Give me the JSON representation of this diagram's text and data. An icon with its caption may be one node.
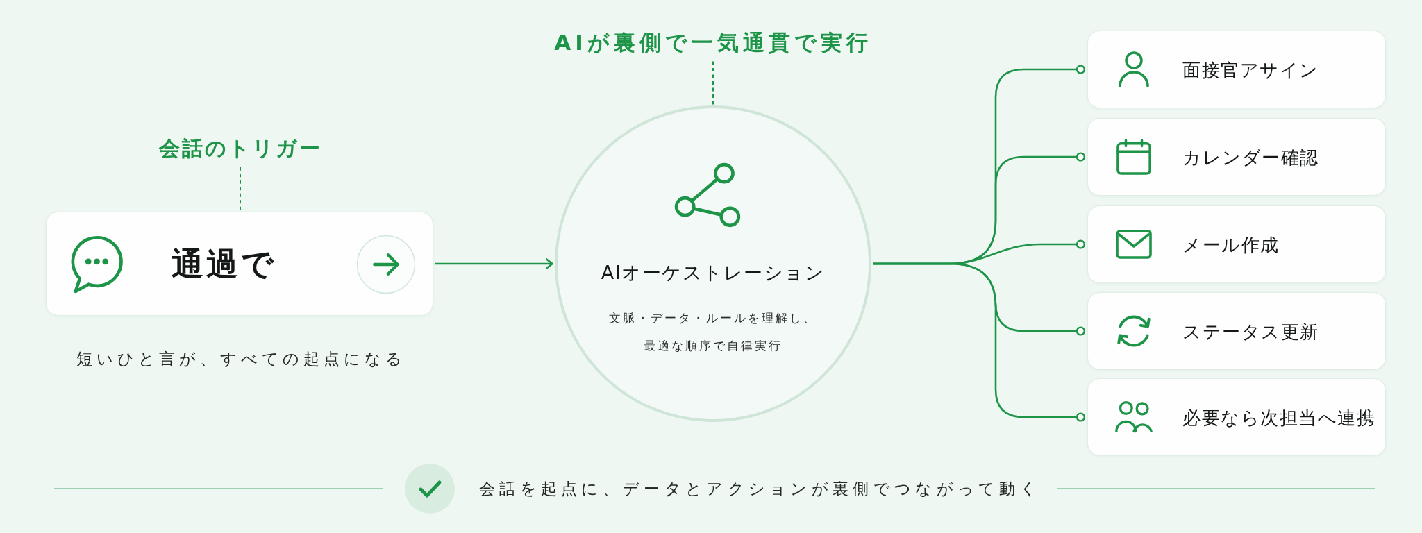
{
  "diagram": {
    "nodes": [
      {
        "text": [
          "会話のトリガー"
        ]
      },
      {
        "text": [
          "通過で"
        ],
        "beside": [
          "短いひと言が、すべての起点になる"
        ]
      },
      {
        "text": [
          "AIが裏側で一気通貫で実行"
        ]
      },
      {
        "text": [
          "AIオーケストレーション",
          "文脈・データ・ルールを理解し、最適な順序で自律実行"
        ]
      },
      {
        "text": [
          "面接官アサイン"
        ]
      },
      {
        "text": [
          "カレンダー確認"
        ]
      },
      {
        "text": [
          "メール作成"
        ]
      },
      {
        "text": [
          "ステータス更新"
        ]
      },
      {
        "text": [
          "必要なら次担当へ連携"
        ]
      }
    ],
    "edges": [
      {
        "from": 0,
        "to": 1,
        "arrow": "none",
        "style": "dashed"
      },
      {
        "from": 1,
        "to": 3,
        "arrow": "to"
      },
      {
        "from": 2,
        "to": 3,
        "arrow": "none",
        "style": "dashed"
      },
      {
        "from": 3,
        "to": 4,
        "arrow": "other"
      },
      {
        "from": 3,
        "to": 5,
        "arrow": "other"
      },
      {
        "from": 3,
        "to": 6,
        "arrow": "other"
      },
      {
        "from": 3,
        "to": 7,
        "arrow": "other"
      },
      {
        "from": 3,
        "to": 8,
        "arrow": "other"
      }
    ],
    "caption": "会話を起点に、データとアクションが裏側でつながって動く"
  }
}
